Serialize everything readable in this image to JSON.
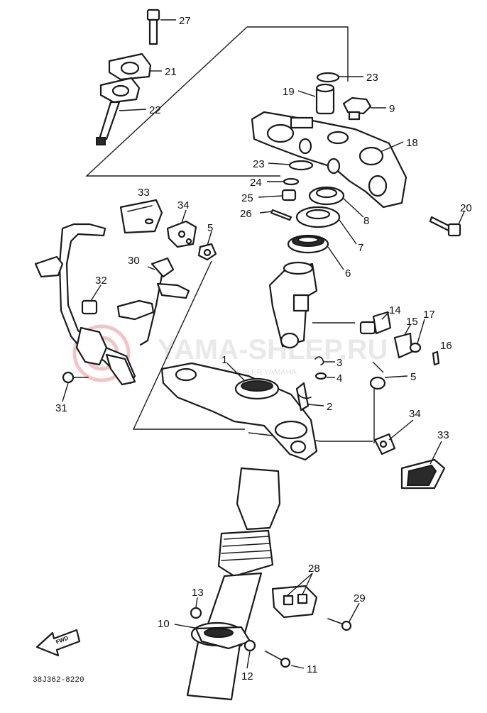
{
  "diagram": {
    "callouts": [
      "27",
      "21",
      "22",
      "23",
      "19",
      "9",
      "18",
      "23",
      "24",
      "25",
      "26",
      "8",
      "7",
      "6",
      "20",
      "33",
      "34",
      "5",
      "30",
      "32",
      "14",
      "15",
      "17",
      "16",
      "3",
      "4",
      "1",
      "2",
      "5",
      "31",
      "34",
      "33",
      "28",
      "13",
      "29",
      "10",
      "12",
      "11"
    ],
    "drawing_code": "38J362-8220",
    "watermark": "YAMA-SHLEP.RU",
    "watermark_sub": "OFICJALNY DEALER YAMAHA",
    "badge": "FWD"
  }
}
